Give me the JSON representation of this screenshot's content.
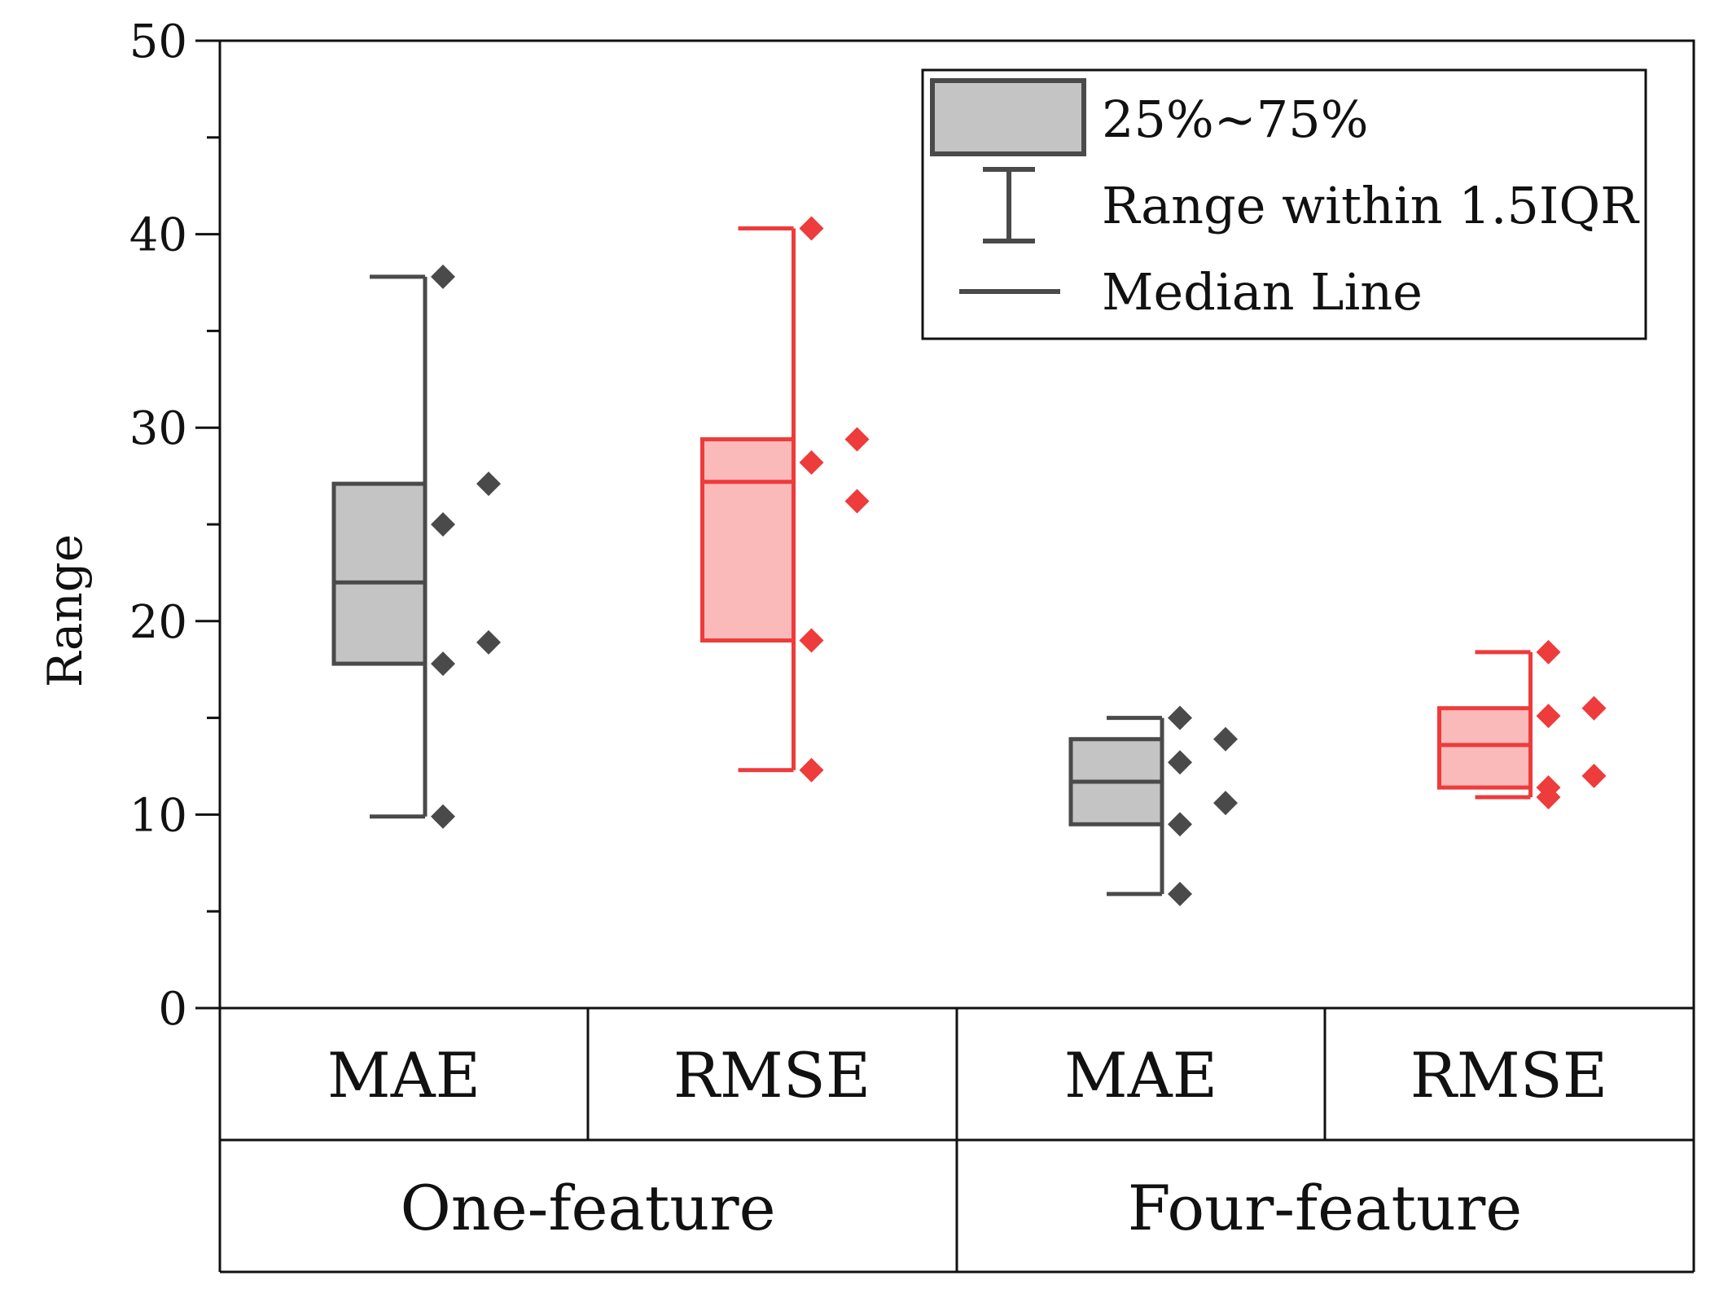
{
  "chart_data": {
    "type": "box",
    "ylabel": "Range",
    "ylim": [
      0,
      50
    ],
    "yticks": [
      "0",
      "10",
      "20",
      "30",
      "40",
      "50"
    ],
    "categories": [
      "MAE",
      "RMSE",
      "MAE",
      "RMSE"
    ],
    "groups": [
      "One-feature",
      "Four-feature"
    ],
    "legend": {
      "box_label": "25%~75%",
      "whisker_label": "Range within 1.5IQR",
      "median_label": "Median Line"
    },
    "colors": {
      "MAE_stroke": "#4a4a4a",
      "MAE_fill": "#c4c4c4",
      "RMSE_stroke": "#ee3b3b",
      "RMSE_fill": "#fbbaba",
      "MAE_point": "#4a4a4a",
      "RMSE_point": "#ee3b3b"
    },
    "boxes": [
      {
        "category": "MAE",
        "group": "One-feature",
        "series": "MAE",
        "q1": 17.8,
        "median": 22.0,
        "q3": 27.1,
        "whisker_low": 9.9,
        "whisker_high": 37.8,
        "points": [
          37.8,
          27.1,
          25.0,
          18.9,
          17.8,
          9.9
        ]
      },
      {
        "category": "RMSE",
        "group": "One-feature",
        "series": "RMSE",
        "q1": 19.0,
        "median": 27.2,
        "q3": 29.4,
        "whisker_low": 12.3,
        "whisker_high": 40.3,
        "points": [
          40.3,
          29.4,
          28.2,
          26.2,
          19.0,
          12.3
        ]
      },
      {
        "category": "MAE",
        "group": "Four-feature",
        "series": "MAE",
        "q1": 9.5,
        "median": 11.7,
        "q3": 13.9,
        "whisker_low": 5.9,
        "whisker_high": 15.0,
        "points": [
          15.0,
          13.9,
          12.7,
          10.6,
          9.5,
          5.9
        ]
      },
      {
        "category": "RMSE",
        "group": "Four-feature",
        "series": "RMSE",
        "q1": 11.4,
        "median": 13.6,
        "q3": 15.5,
        "whisker_low": 10.9,
        "whisker_high": 18.4,
        "points": [
          18.4,
          15.5,
          15.1,
          12.0,
          11.4,
          10.9
        ]
      }
    ]
  }
}
